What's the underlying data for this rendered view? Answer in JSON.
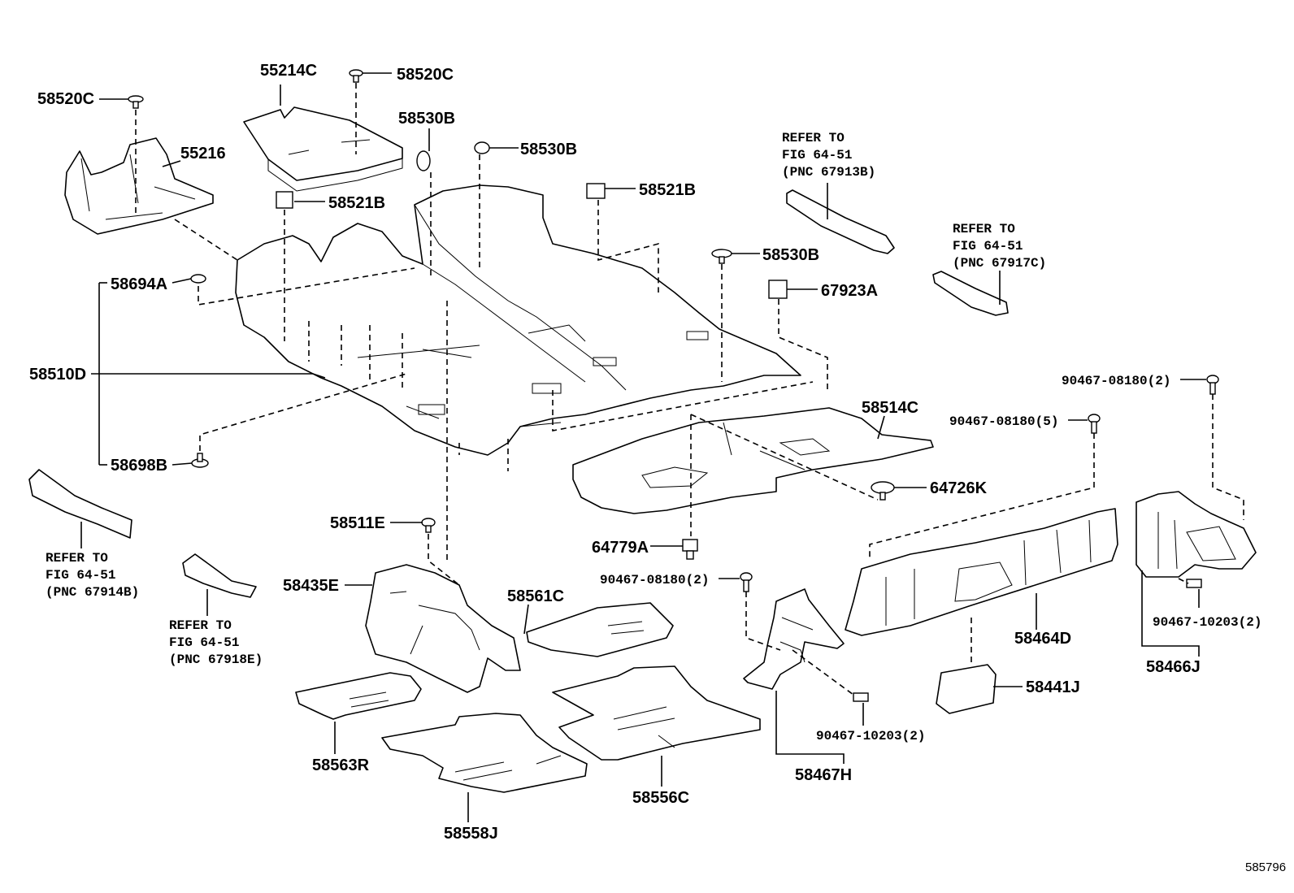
{
  "labels": {
    "p55214C": "55214C",
    "p58520C_top": "58520C",
    "p58520C_left": "58520C",
    "p55216": "55216",
    "p58530B_a": "58530B",
    "p58530B_b": "58530B",
    "p58530B_c": "58530B",
    "p58521B_a": "58521B",
    "p58521B_b": "58521B",
    "p67923A": "67923A",
    "p58694A": "58694A",
    "p58510D": "58510D",
    "p58698B": "58698B",
    "p58514C": "58514C",
    "p64726K": "64726K",
    "p64779A": "64779A",
    "p58511E": "58511E",
    "p58435E": "58435E",
    "p58561C": "58561C",
    "p58563R": "58563R",
    "p58556C": "58556C",
    "p58558J": "58558J",
    "p58467H": "58467H",
    "p58464D": "58464D",
    "p58441J": "58441J",
    "p58466J": "58466J",
    "p90467_08180_2_a": "90467-08180(2)",
    "p90467_08180_5": "90467-08180(5)",
    "p90467_08180_2_b": "90467-08180(2)",
    "p90467_10203_2_a": "90467-10203(2)",
    "p90467_10203_2_b": "90467-10203(2)"
  },
  "refs": {
    "ref1": [
      "REFER TO",
      "FIG 64-51",
      "(PNC 67913B)"
    ],
    "ref2": [
      "REFER TO",
      "FIG 64-51",
      "(PNC 67917C)"
    ],
    "ref3": [
      "REFER TO",
      "FIG 64-51",
      "(PNC 67914B)"
    ],
    "ref4": [
      "REFER TO",
      "FIG 64-51",
      "(PNC 67918E)"
    ]
  },
  "diagram_id": "585796"
}
